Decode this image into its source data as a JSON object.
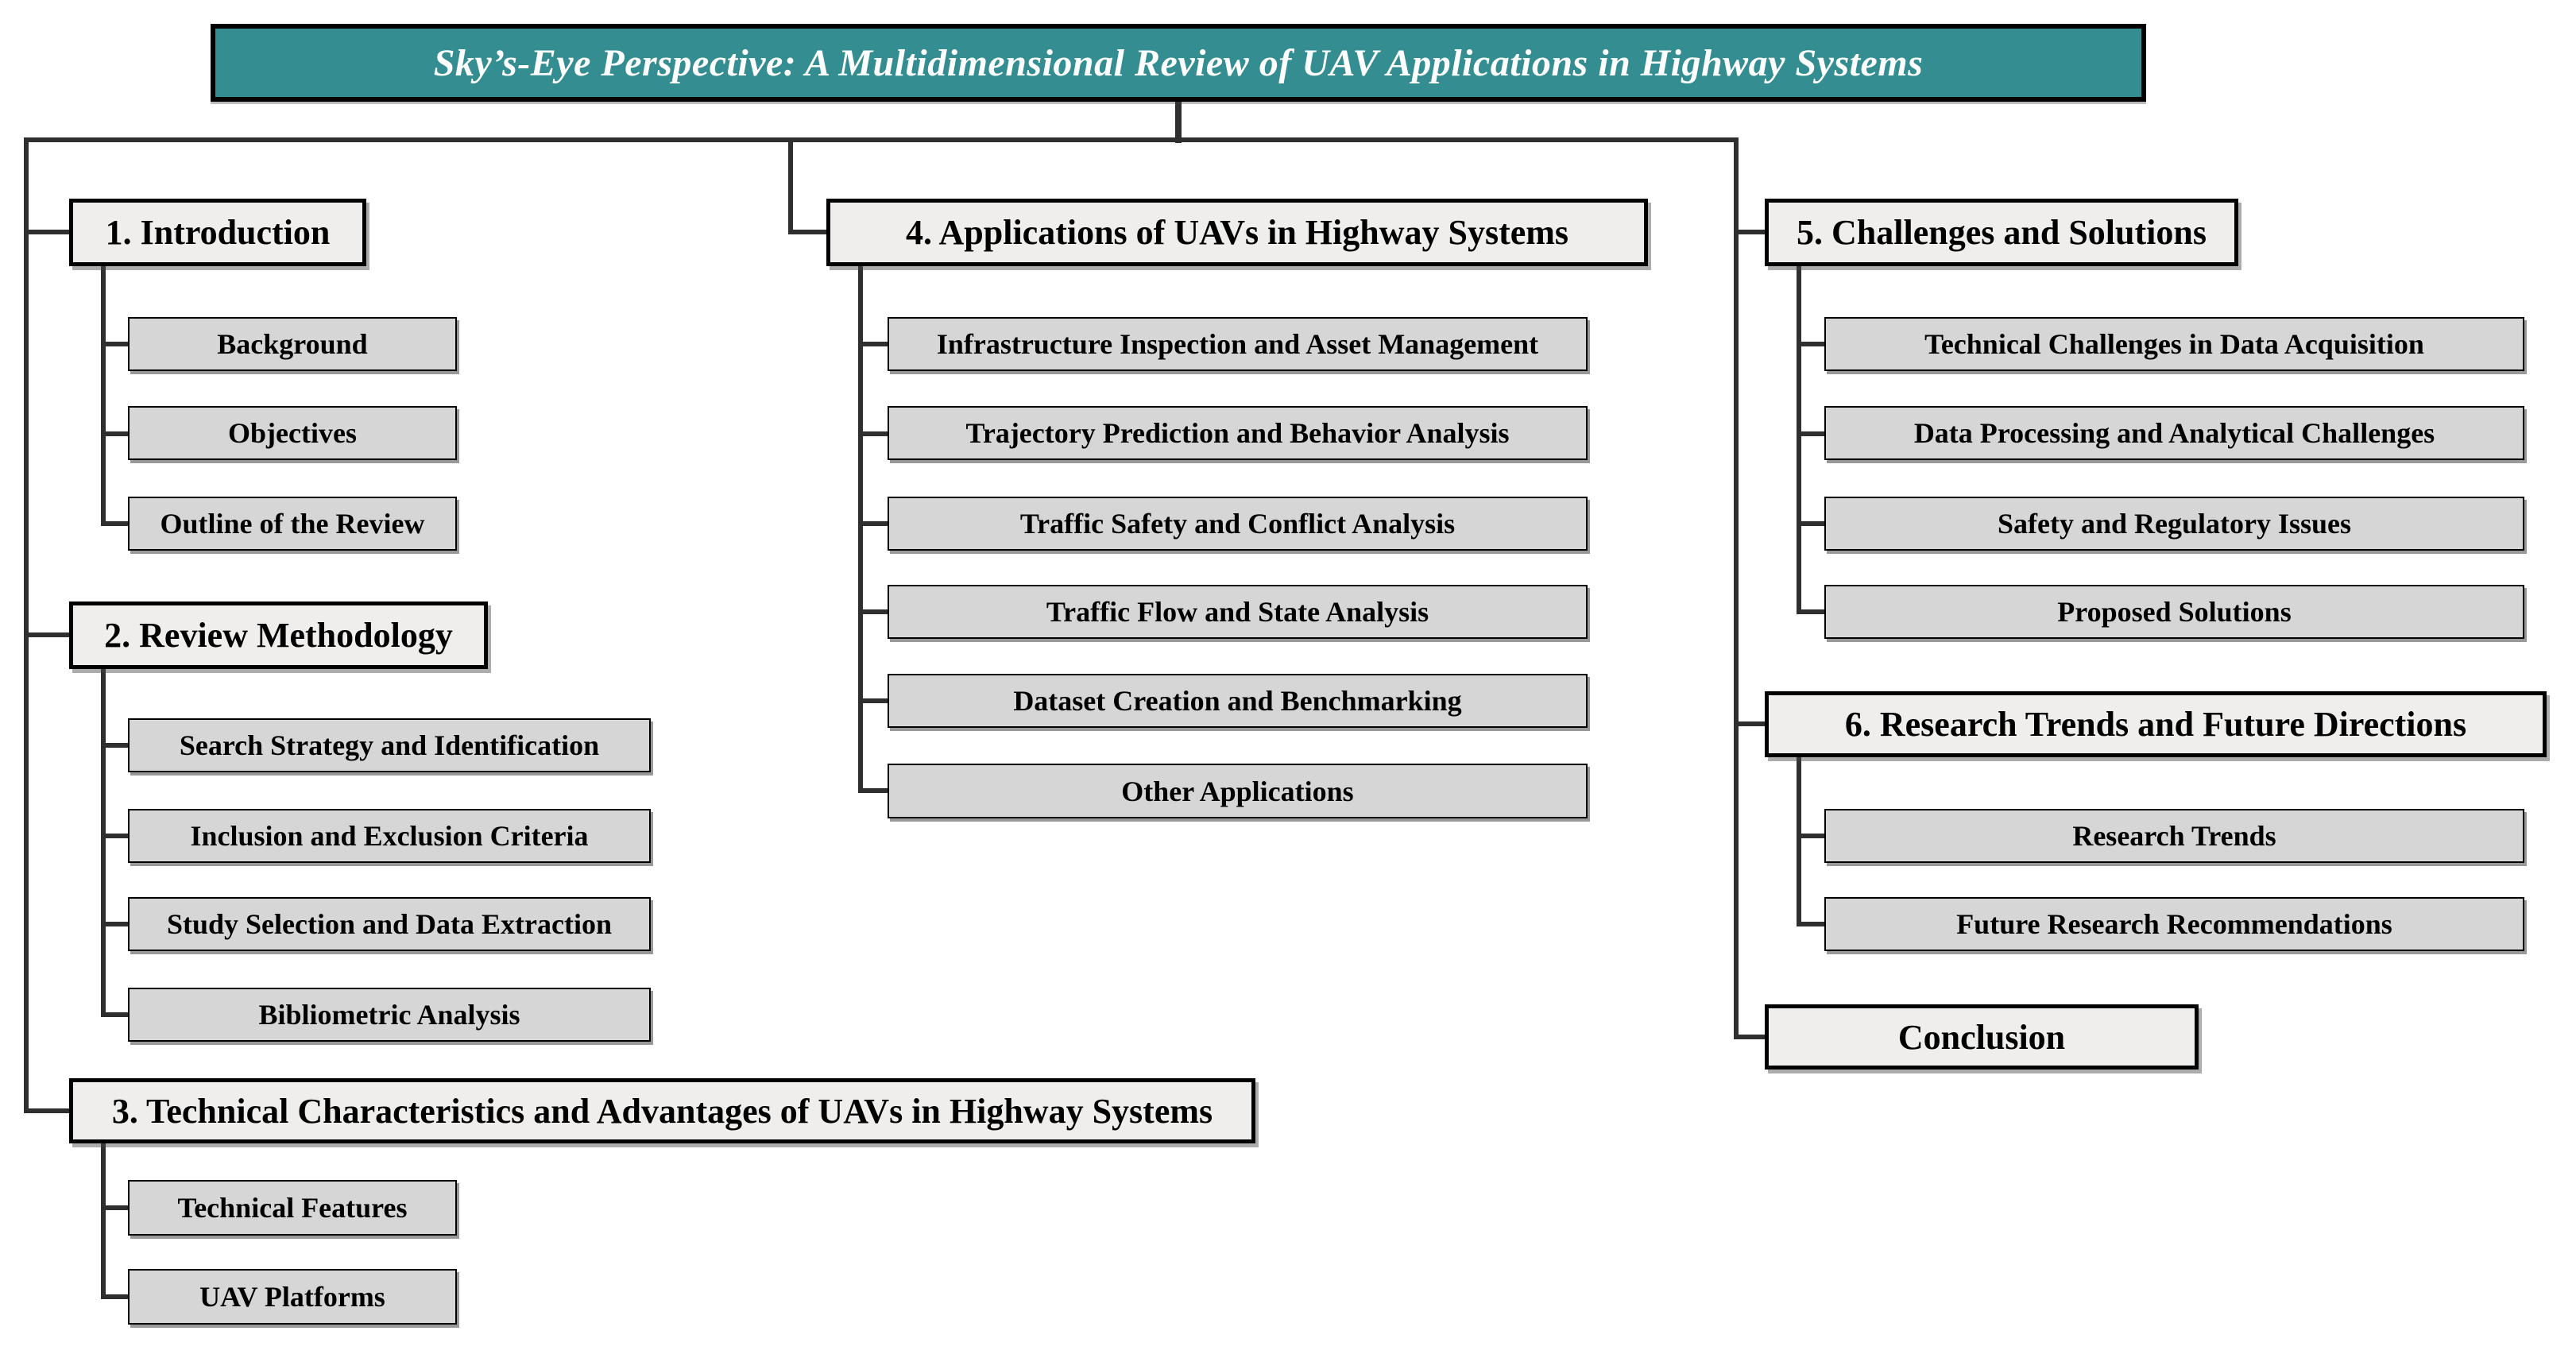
{
  "title": "Sky’s-Eye Perspective: A Multidimensional Review of UAV Applications in Highway Systems",
  "colors": {
    "title_bg": "#348e91",
    "title_text": "#ffffff",
    "header_fill": "#efeeec",
    "child_fill": "#d6d6d6",
    "border": "#000000",
    "connector": "#2f2f2f"
  },
  "sections": [
    {
      "label": "1. Introduction",
      "children": [
        "Background",
        "Objectives",
        "Outline of the Review"
      ]
    },
    {
      "label": "2. Review Methodology",
      "children": [
        "Search Strategy and Identification",
        "Inclusion and Exclusion Criteria",
        "Study Selection and Data Extraction",
        "Bibliometric Analysis"
      ]
    },
    {
      "label": "3. Technical Characteristics and Advantages of UAVs in Highway Systems",
      "children": [
        "Technical Features",
        "UAV Platforms"
      ]
    },
    {
      "label": "4. Applications of UAVs in Highway Systems",
      "children": [
        "Infrastructure Inspection and Asset Management",
        "Trajectory Prediction and Behavior Analysis",
        "Traffic Safety and Conflict Analysis",
        "Traffic Flow and State Analysis",
        "Dataset Creation and Benchmarking",
        "Other Applications"
      ]
    },
    {
      "label": "5. Challenges and Solutions",
      "children": [
        "Technical Challenges in Data Acquisition",
        "Data Processing and Analytical Challenges",
        "Safety and Regulatory Issues",
        "Proposed Solutions"
      ]
    },
    {
      "label": "6. Research Trends and Future Directions",
      "children": [
        "Research Trends",
        "Future Research Recommendations"
      ]
    },
    {
      "label": "Conclusion",
      "children": []
    }
  ]
}
